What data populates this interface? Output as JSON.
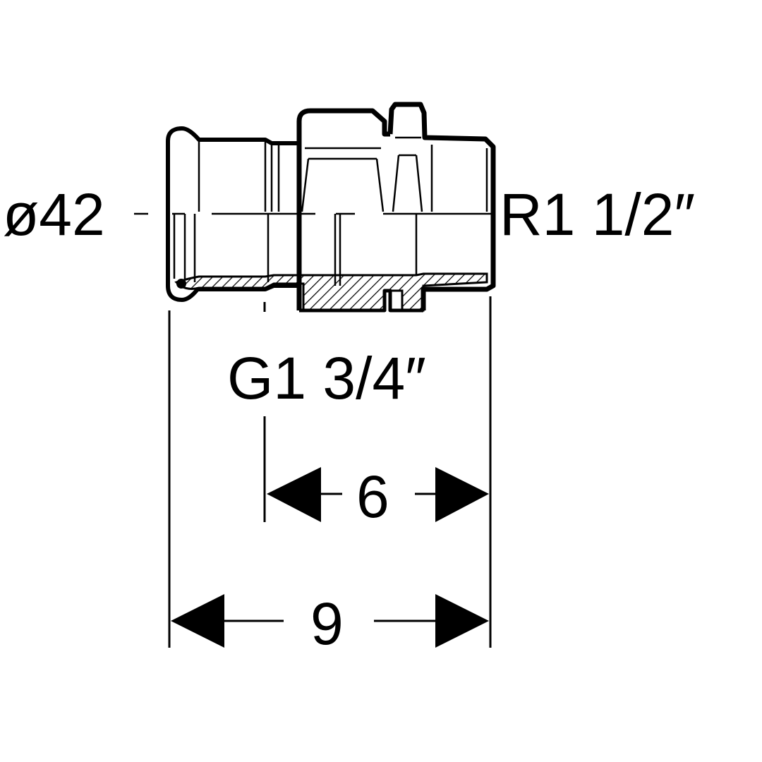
{
  "labels": {
    "pipe_diameter": "ø42",
    "male_thread": "R1 1/2″",
    "union_thread": "G1 3/4″",
    "dim_inner": "6",
    "dim_overall": "9"
  },
  "colors": {
    "line": "#000000",
    "background": "#ffffff"
  }
}
